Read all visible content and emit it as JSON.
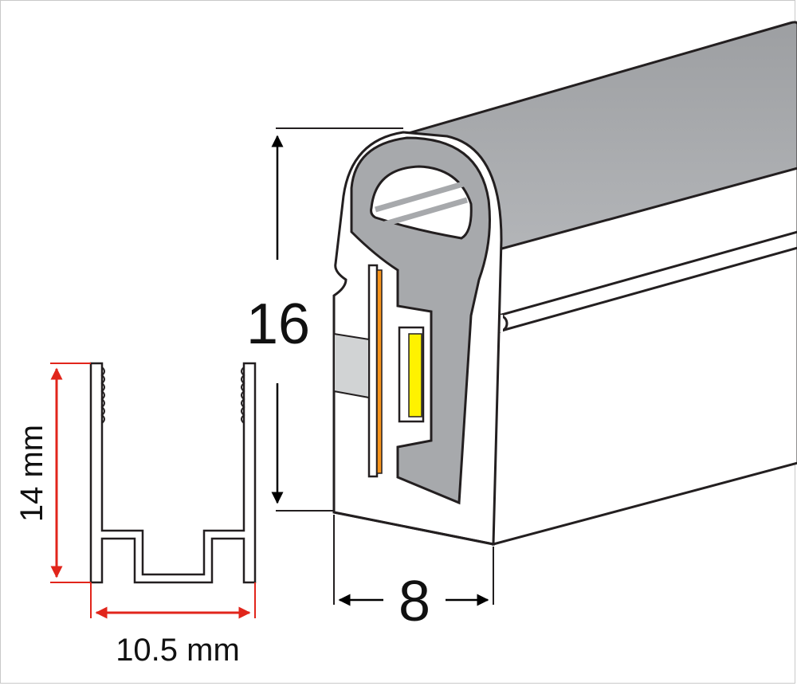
{
  "labels": {
    "height_dim": "16",
    "width_dim": "8",
    "channel_height": "14 mm",
    "channel_width": "10.5 mm"
  },
  "colors": {
    "silicone_gray": "#a7a9ac",
    "body_white": "#ffffff",
    "outline": "#231f20",
    "dim_red": "#e1251b",
    "pcb_orange": "#f7941d",
    "led_yellow": "#fff200"
  }
}
